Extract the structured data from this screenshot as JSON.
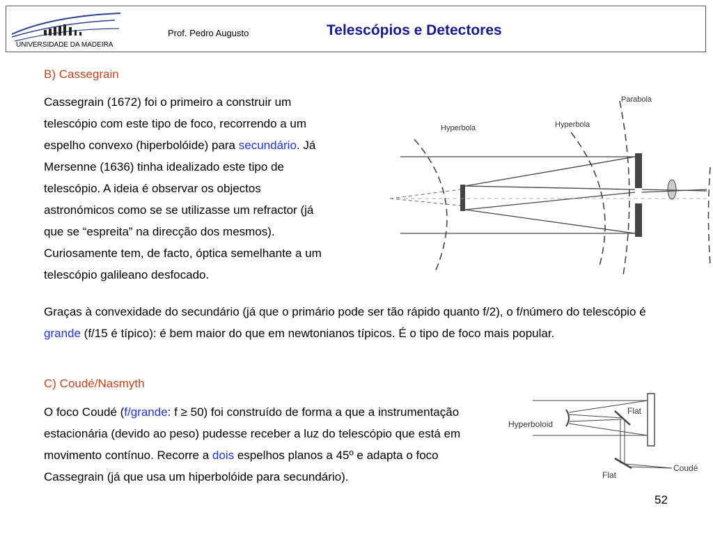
{
  "header": {
    "university": "UNIVERSIDADE DA MADEIRA",
    "author": "Prof. Pedro Augusto",
    "title": "Telescópios e Detectores"
  },
  "section_b": {
    "heading": "B) Cassegrain",
    "p1_lines": [
      "Cassegrain (1672) foi o primeiro a construir um",
      "telescópio com este tipo de foco, recorrendo a um",
      "espelho convexo (hiperbolóide) para ",
      "secundário",
      ". Já",
      "Mersenne (1636) tinha idealizado este tipo de",
      "telescópio. A ideia é observar os objectos",
      "astronómicos como se se utilizasse um refractor (já",
      "que se “espreita” na direcção dos mesmos).",
      "Curiosamente tem, de facto, óptica semelhante a um",
      "telescópio galileano desfocado."
    ],
    "p2_a": "Graças à convexidade do secundário (já que o primário pode ser tão rápido quanto f/2), o f/número do telescópio é ",
    "p2_hl": "grande",
    "p2_b": " (f/15 é típico): é bem maior do que em newtonianos típicos. É o tipo de foco mais popular.",
    "figure_labels": {
      "hyperbola_left": "Hyperbola",
      "hyperbola_right": "Hyperbola",
      "parabola": "Parabola"
    }
  },
  "section_c": {
    "heading": "C) Coudé/Nasmyth",
    "p_a": "O foco Coudé (",
    "p_hl1": "f/grande",
    "p_b": ": f ≥ 50) foi construído de forma a que a instrumentação estacionária (devido ao peso) pudesse receber a luz do telescópio que está em movimento contínuo. Recorre a ",
    "p_hl2": "dois",
    "p_c": " espelhos planos a 45º e adapta o foco Cassegrain (já que usa um hiperbolóide para secundário).",
    "figure_labels": {
      "hyperboloid": "Hyperboloid",
      "flat_top": "Flat",
      "flat_bottom": "Flat",
      "coude": "Coudé"
    }
  },
  "page_number": "52"
}
